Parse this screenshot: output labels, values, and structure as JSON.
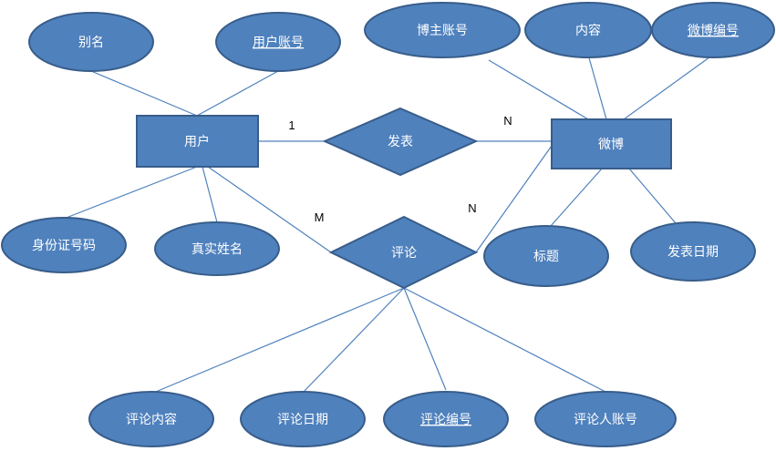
{
  "entities": {
    "user": "用户",
    "weibo": "微博"
  },
  "relationships": {
    "post": "发表",
    "comment": "评论"
  },
  "attributes": {
    "alias": "别名",
    "user_account": "用户账号",
    "id_number": "身份证号码",
    "real_name": "真实姓名",
    "blogger_account": "博主账号",
    "content": "内容",
    "weibo_id": "微博编号",
    "title": "标题",
    "post_date": "发表日期",
    "comment_content": "评论内容",
    "comment_date": "评论日期",
    "comment_id": "评论编号",
    "commenter_account": "评论人账号"
  },
  "cardinalities": {
    "user_post": "1",
    "post_weibo": "N",
    "user_comment": "M",
    "comment_weibo": "N"
  },
  "colors": {
    "fill": "#4f81bd",
    "stroke": "#385d8a",
    "text": "#ffffff"
  }
}
